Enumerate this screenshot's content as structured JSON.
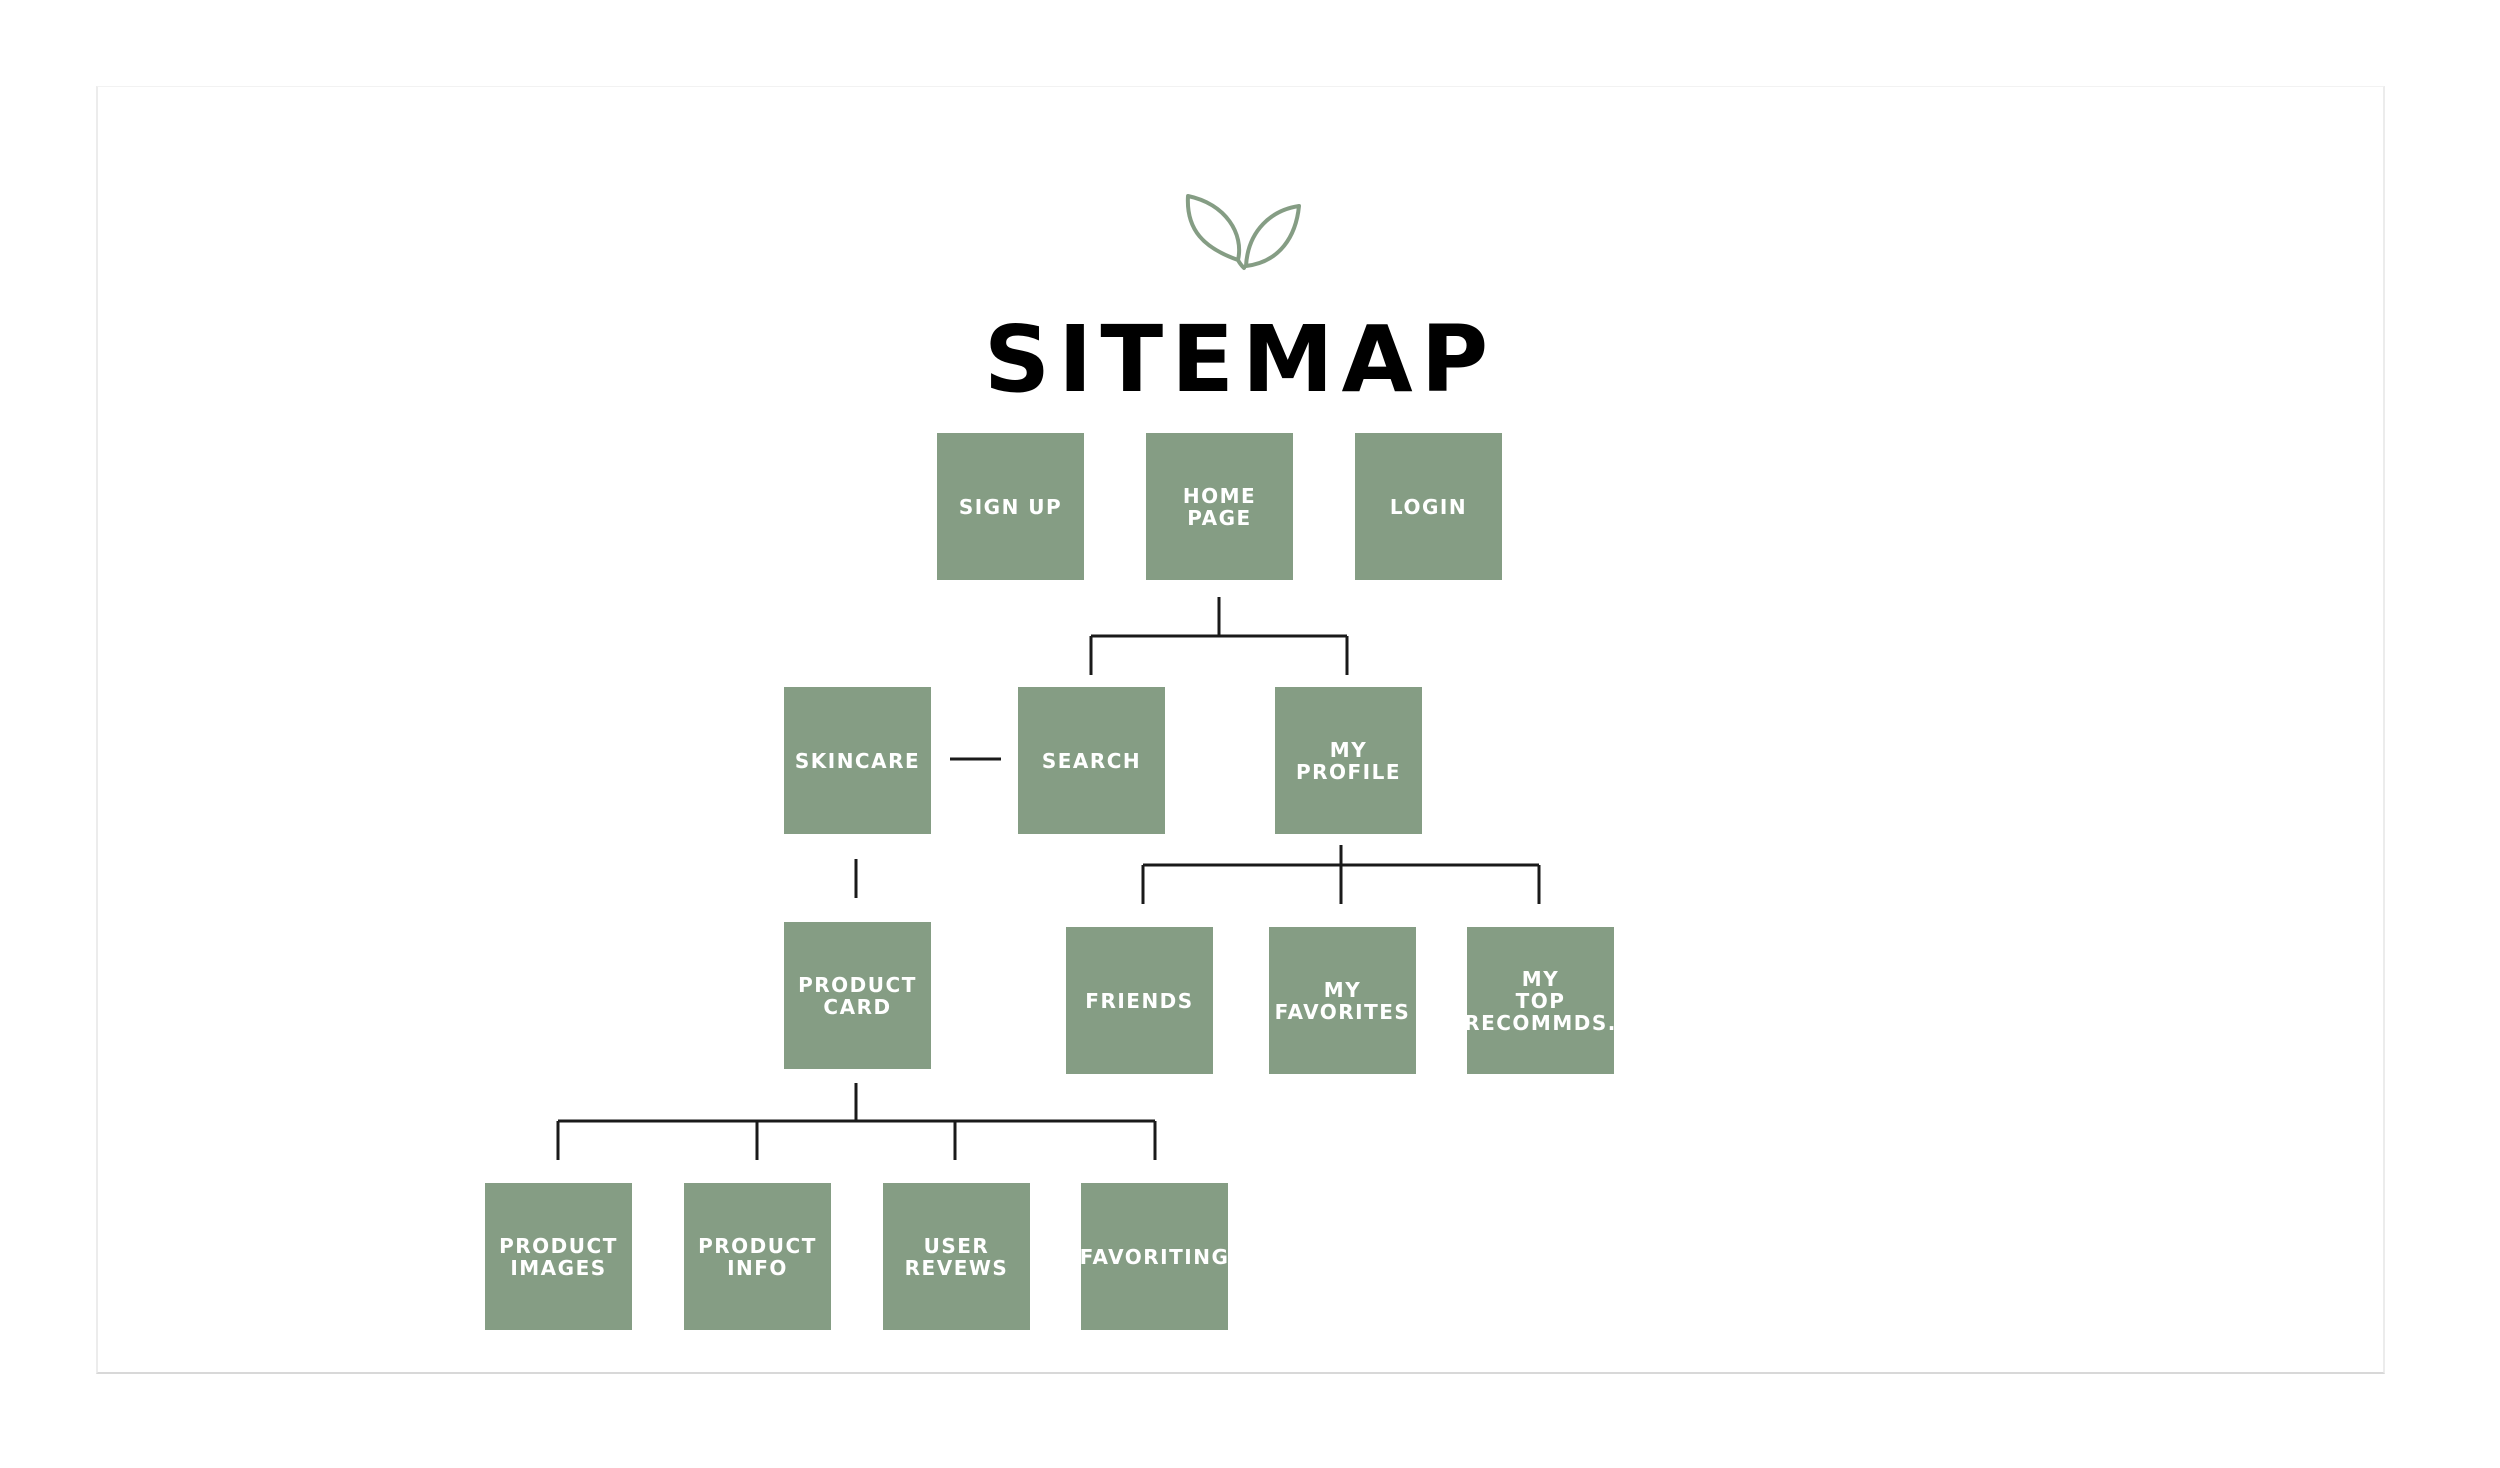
{
  "title": "SITEMAP",
  "colors": {
    "node_fill": "#859d84",
    "node_text": "#ffffff",
    "connector": "#1a1a1a",
    "title": "#000000",
    "logo": "#859d84"
  },
  "logo": {
    "icon": "leaves-icon"
  },
  "nodes": {
    "sign_up": "SIGN UP",
    "home_page": "HOME\nPAGE",
    "login": "LOGIN",
    "skincare": "SKINCARE",
    "search": "SEARCH",
    "my_profile": "MY\nPROFILE",
    "product_card": "PRODUCT\nCARD",
    "friends": "FRIENDS",
    "my_favorites": "MY\nFAVORITES",
    "my_top_recommds": "MY\nTOP\nRECOMMDS.",
    "product_images": "PRODUCT\nIMAGES",
    "product_info": "PRODUCT\nINFO",
    "user_reviews": "USER\nREVEWS",
    "favoriting": "FAVORITING"
  },
  "edges": [
    [
      "home_page",
      "search"
    ],
    [
      "home_page",
      "my_profile"
    ],
    [
      "search",
      "skincare"
    ],
    [
      "skincare",
      "product_card"
    ],
    [
      "my_profile",
      "friends"
    ],
    [
      "my_profile",
      "my_favorites"
    ],
    [
      "my_profile",
      "my_top_recommds"
    ],
    [
      "product_card",
      "product_images"
    ],
    [
      "product_card",
      "product_info"
    ],
    [
      "product_card",
      "user_reviews"
    ],
    [
      "product_card",
      "favoriting"
    ]
  ]
}
